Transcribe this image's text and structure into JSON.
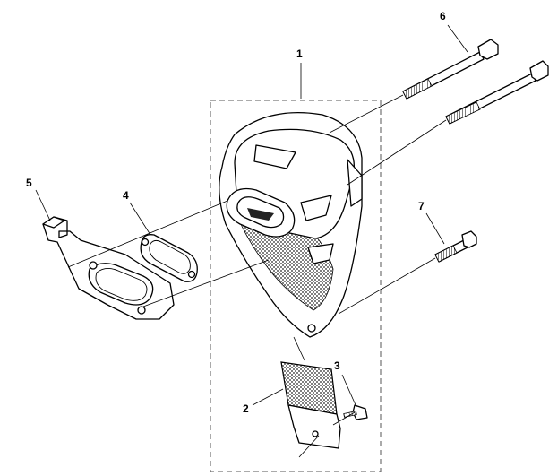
{
  "diagram": {
    "part_labels": {
      "muffler": "1",
      "spark_screen": "2",
      "screw_small": "3",
      "gasket": "4",
      "bracket_plate": "5",
      "bolt_long": "6",
      "bolt_short": "7"
    }
  }
}
